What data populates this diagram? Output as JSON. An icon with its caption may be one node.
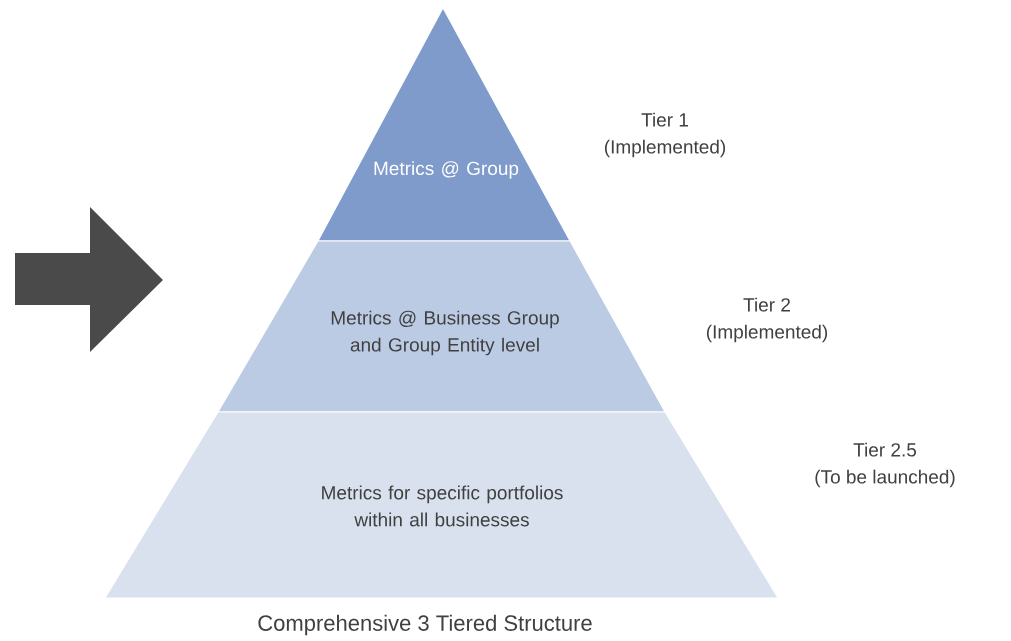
{
  "diagram": {
    "caption": "Comprehensive 3 Tiered Structure",
    "nodes": [
      {
        "text": [
          "Metrics @ Group"
        ],
        "beside": [
          "Tier 1",
          "(Implemented)"
        ]
      },
      {
        "text": [
          "Metrics @ Business Group and Group Entity level"
        ],
        "beside": [
          "Tier 2",
          "(Implemented)"
        ]
      },
      {
        "text": [
          "Metrics for specific portfolios within all businesses"
        ],
        "beside": [
          "Tier 2.5",
          "(To be launched)"
        ]
      }
    ]
  }
}
